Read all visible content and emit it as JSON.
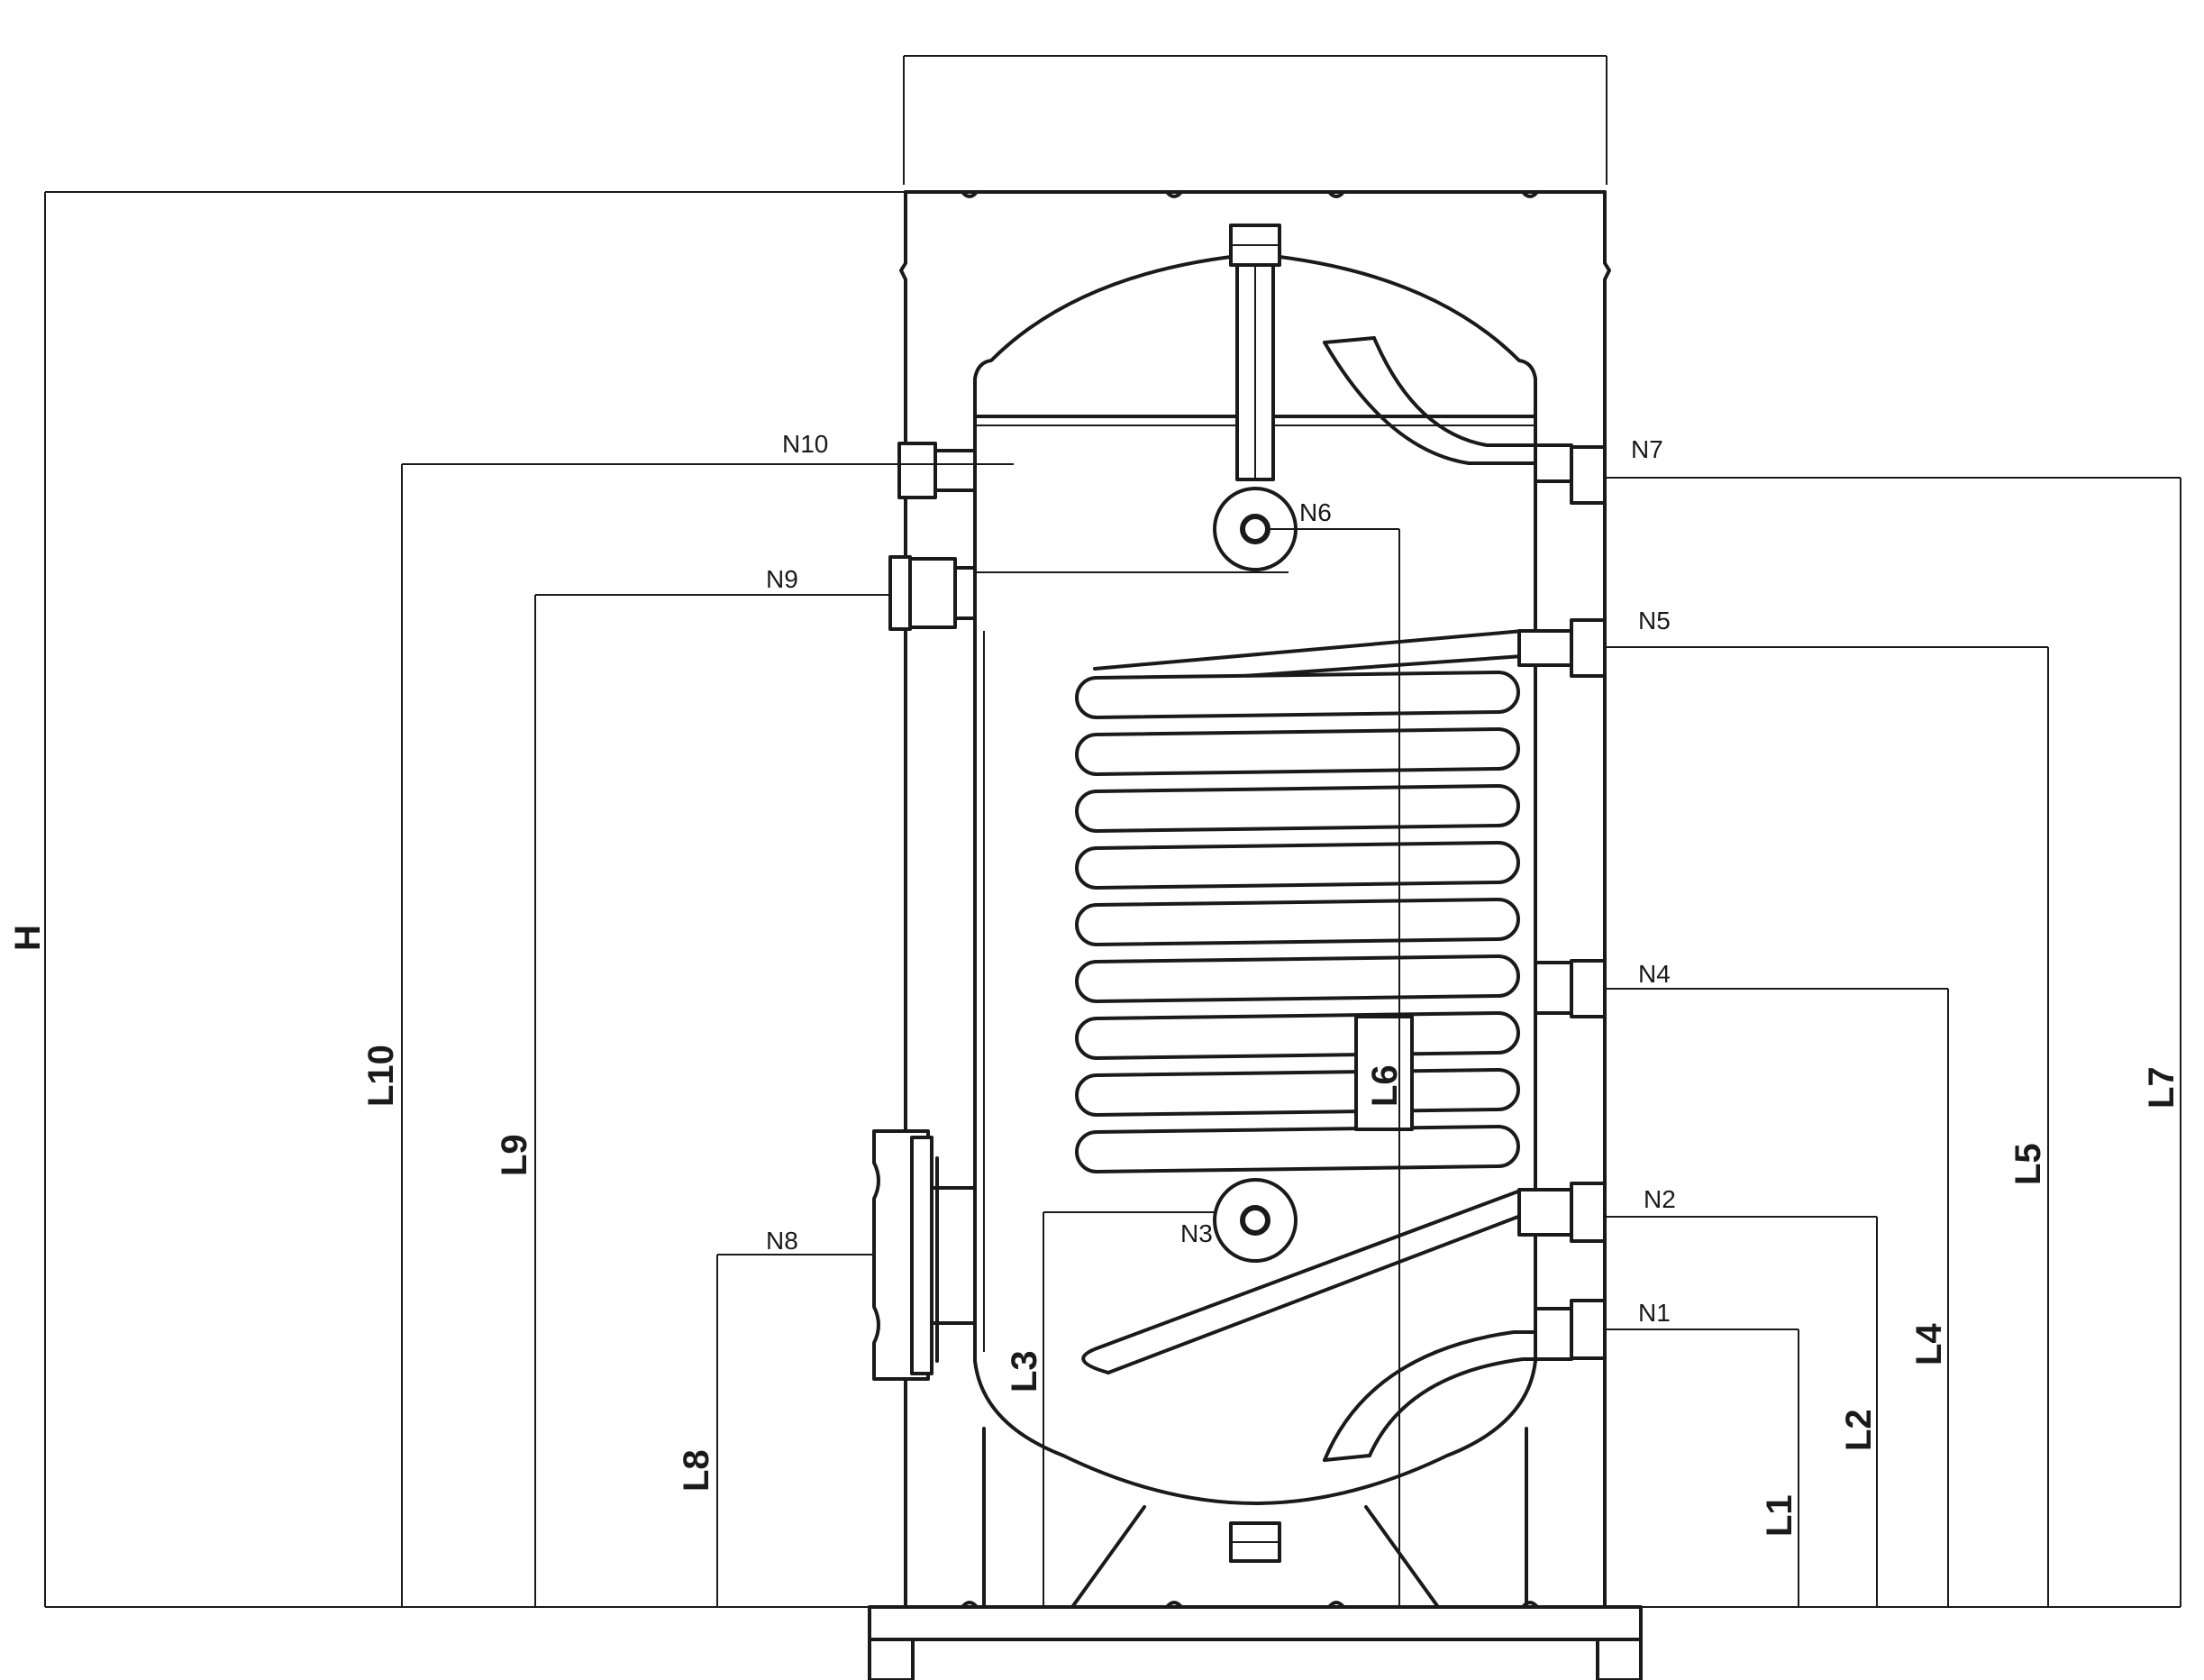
{
  "nozzles": {
    "n1": "N1",
    "n2": "N2",
    "n3": "N3",
    "n4": "N4",
    "n5": "N5",
    "n6": "N6",
    "n7": "N7",
    "n8": "N8",
    "n9": "N9",
    "n10": "N10"
  },
  "dimensions": {
    "h": "H",
    "l1": "L1",
    "l2": "L2",
    "l3": "L3",
    "l4": "L4",
    "l5": "L5",
    "l6": "L6",
    "l7": "L7",
    "l8": "L8",
    "l9": "L9",
    "l10": "L10"
  }
}
